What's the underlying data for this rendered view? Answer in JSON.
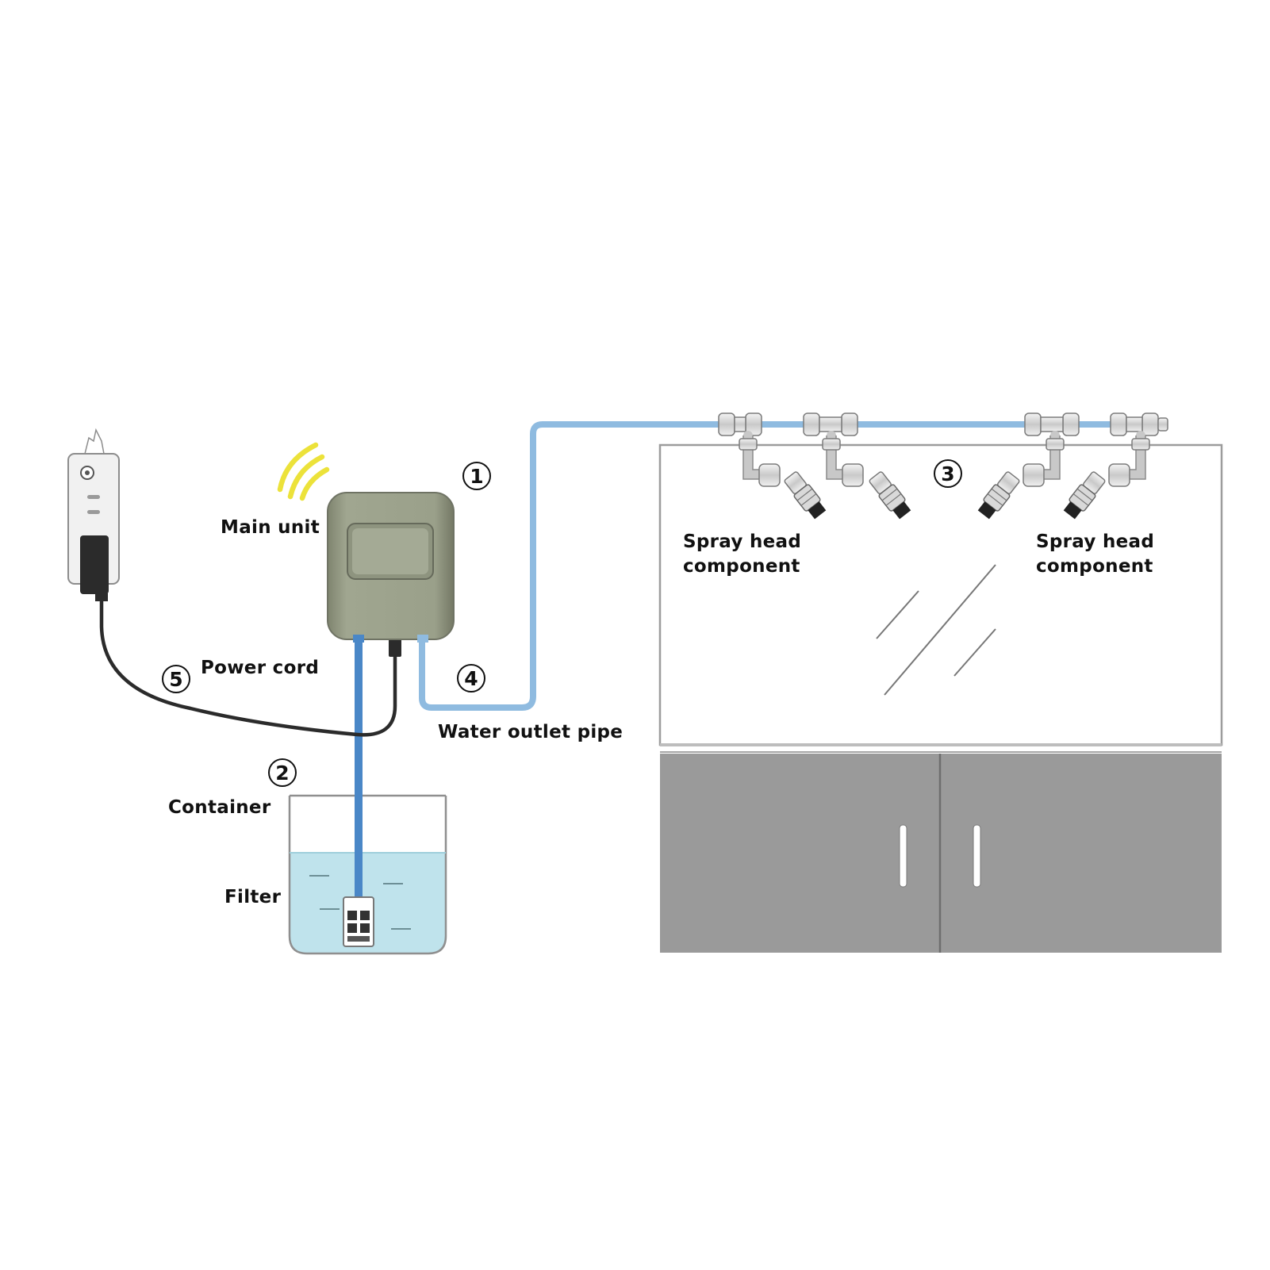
{
  "diagram": {
    "labels": {
      "main_unit": "Main unit",
      "power_cord": "Power cord",
      "water_outlet_pipe": "Water outlet pipe",
      "container": "Container",
      "filter": "Filter",
      "spray_head_left": "Spray head\ncomponent",
      "spray_head_right": "Spray head\ncomponent"
    },
    "markers": {
      "one": "1",
      "two": "2",
      "three": "3",
      "four": "4",
      "five": "5"
    },
    "colors": {
      "pipe_light": "#8fbbe0",
      "pipe_dark": "#4a87c7",
      "unit_body": "#9aa08a",
      "water": "#bfe3ec",
      "cabinet": "#9a9a9a",
      "signal": "#ece23a",
      "cord": "#2b2b2b"
    }
  }
}
